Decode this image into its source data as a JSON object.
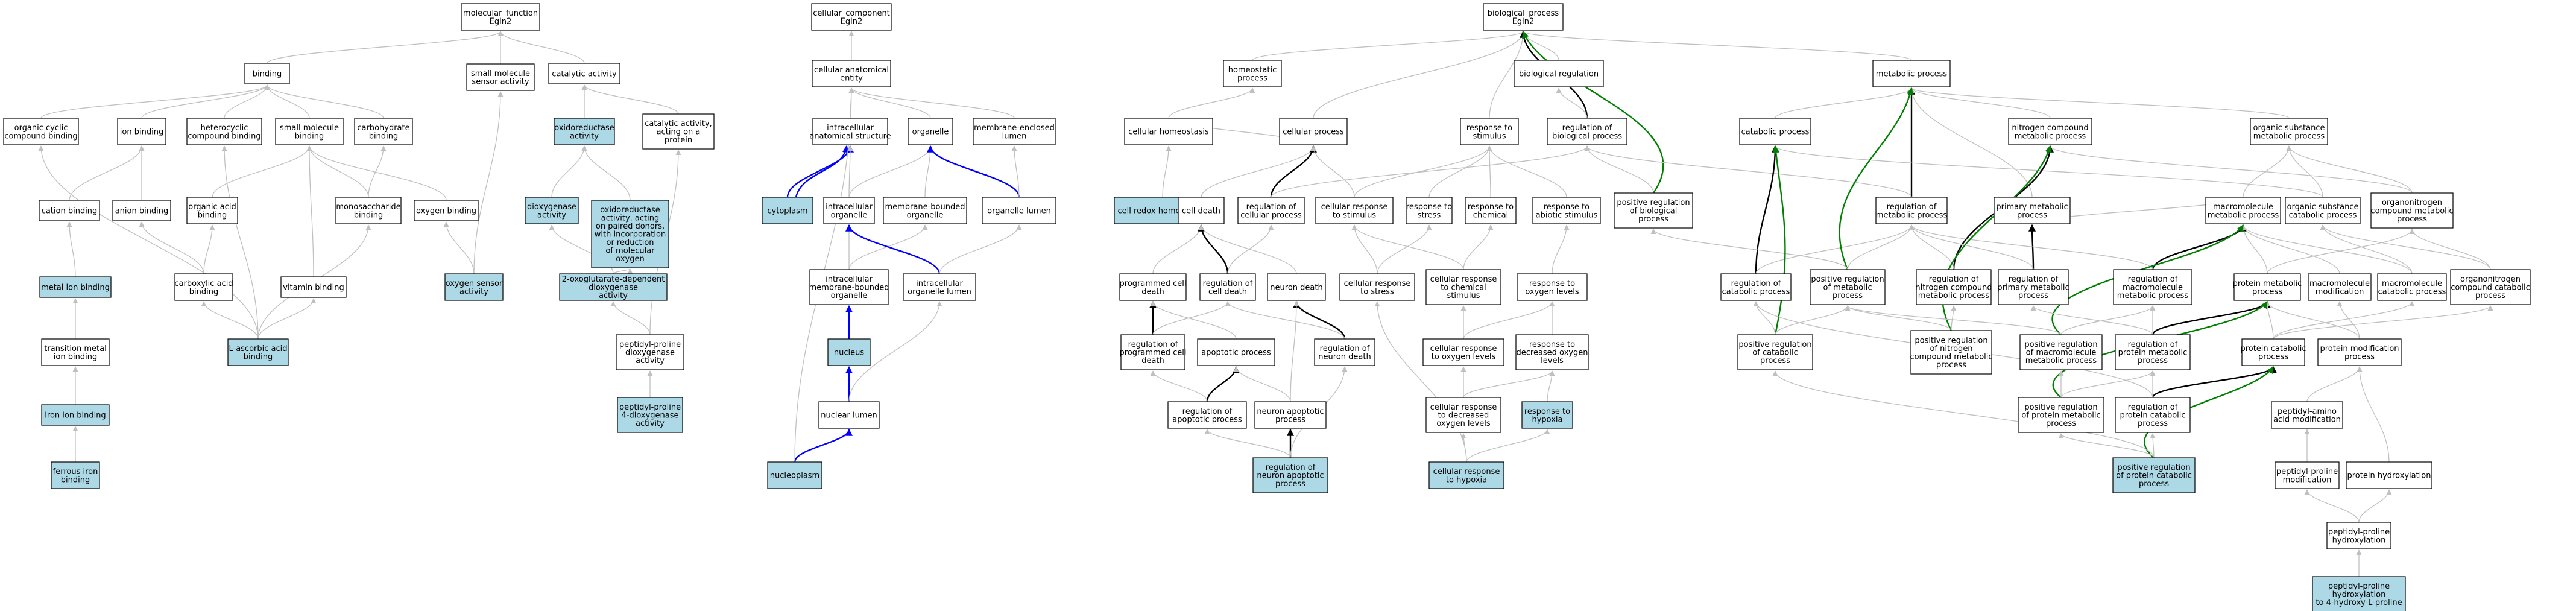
{
  "colors": {
    "highlight_fill": "#add8e6",
    "node_fill": "#ffffff",
    "edge_gray": "#c0c0c0",
    "edge_black": "#000000",
    "edge_blue": "#0000ff",
    "edge_green": "#008000"
  },
  "nodes": {
    "mf": "molecular_function\nEgln2",
    "binding": "binding",
    "small_mol_sensor": "small molecule\nsensor activity",
    "catalytic": "catalytic activity",
    "organic_cyclic": "organic cyclic\ncompound binding",
    "ion_binding": "ion binding",
    "heterocyclic": "heterocyclic\ncompound binding",
    "small_mol_binding": "small molecule\nbinding",
    "carbohydrate_binding": "carbohydrate\nbinding",
    "oxidoreductase": "oxidoreductase\nactivity",
    "catalytic_protein": "catalytic activity,\nacting on a\nprotein",
    "cation_binding": "cation binding",
    "anion_binding": "anion binding",
    "organic_acid": "organic acid\nbinding",
    "monosaccharide": "monosaccharide\nbinding",
    "oxygen_binding": "oxygen binding",
    "dioxygenase": "dioxygenase\nactivity",
    "oxidoreductase_paired": "oxidoreductase\nactivity, acting\non paired donors,\nwith incorporation\nor reduction\nof molecular\noxygen",
    "metal_ion": "metal ion binding",
    "carboxylic": "carboxylic acid\nbinding",
    "vitamin": "vitamin binding",
    "oxygen_sensor": "oxygen sensor\nactivity",
    "oxoglutarate": "2-oxoglutarate-dependent\ndioxygenase\nactivity",
    "transition_metal": "transition metal\nion binding",
    "ascorbic": "L-ascorbic acid\nbinding",
    "pp_dioxygenase": "peptidyl-proline\ndioxygenase\nactivity",
    "iron_ion": "iron ion binding",
    "pp4_dioxygenase": "peptidyl-proline\n4-dioxygenase\nactivity",
    "ferrous": "ferrous iron\nbinding",
    "cc": "cellular_component\nEgln2",
    "cae": "cellular anatomical\nentity",
    "ias": "intracellular\nanatomical structure",
    "organelle": "organelle",
    "mel": "membrane-enclosed\nlumen",
    "cytoplasm": "cytoplasm",
    "intra_org": "intracellular\norganelle",
    "mbo": "membrane-bounded\norganelle",
    "org_lumen": "organelle lumen",
    "imbo": "intracellular\nmembrane-bounded\norganelle",
    "iol": "intracellular\norganelle lumen",
    "nucleus": "nucleus",
    "nuclear_lumen": "nuclear lumen",
    "nucleoplasm": "nucleoplasm",
    "bp": "biological_process\nEgln2",
    "homeostatic": "homeostatic\nprocess",
    "bio_reg": "biological regulation",
    "cell_homeo": "cellular homeostasis",
    "cell_process": "cellular process",
    "resp_stim": "response to\nstimulus",
    "reg_bio": "regulation of\nbiological process",
    "redox": "cell redox homeostasis",
    "cell_death": "cell death",
    "reg_cell_proc": "regulation of\ncellular process",
    "cell_resp_stim": "cellular response\nto stimulus",
    "resp_stress": "response to\nstress",
    "resp_chem": "response to\nchemical",
    "resp_abiotic": "response to\nabiotic stimulus",
    "pos_reg_bio": "positive regulation\nof biological\nprocess",
    "pcd": "programmed cell\ndeath",
    "reg_cell_death": "regulation of\ncell death",
    "neuron_death": "neuron death",
    "cell_resp_stress": "cellular response\nto stress",
    "cell_resp_chem": "cellular response\nto chemical\nstimulus",
    "resp_oxy": "response to\noxygen levels",
    "reg_pcd": "regulation of\nprogrammed cell\ndeath",
    "apoptotic": "apoptotic process",
    "reg_neuron_death": "regulation of\nneuron death",
    "cell_resp_oxy": "cellular response\nto oxygen levels",
    "resp_dec_oxy": "response to\ndecreased oxygen\nlevels",
    "reg_apop": "regulation of\napoptotic process",
    "neuron_apop": "neuron apoptotic\nprocess",
    "cell_resp_dec_oxy": "cellular response\nto decreased\noxygen levels",
    "resp_hypoxia": "response to\nhypoxia",
    "reg_neuron_apop": "regulation of\nneuron apoptotic\nprocess",
    "cell_resp_hypoxia": "cellular response\nto hypoxia",
    "metabolic": "metabolic process",
    "catabolic": "catabolic process",
    "nitrogen_cmp": "nitrogen compound\nmetabolic process",
    "org_sub_met": "organic substance\nmetabolic process",
    "reg_met": "regulation of\nmetabolic process",
    "primary_met": "primary metabolic\nprocess",
    "macromol_met": "macromolecule\nmetabolic process",
    "org_sub_cat": "organic substance\ncatabolic process",
    "orgN_met": "organonitrogen\ncompound metabolic\nprocess",
    "reg_cat": "regulation of\ncatabolic process",
    "pos_reg_met": "positive regulation\nof metabolic\nprocess",
    "reg_N_met": "regulation of\nnitrogen compound\nmetabolic process",
    "reg_prim_met": "regulation of\nprimary metabolic\nprocess",
    "reg_macro_met": "regulation of\nmacromolecule\nmetabolic process",
    "protein_met": "protein metabolic\nprocess",
    "macro_mod": "macromolecule\nmodification",
    "macro_cat": "macromolecule\ncatabolic process",
    "orgN_cat": "organonitrogen\ncompound catabolic\nprocess",
    "pos_reg_cat": "positive regulation\nof catabolic\nprocess",
    "pos_reg_N_met": "positive regulation\nof nitrogen\ncompound metabolic\nprocess",
    "pos_reg_macro_met": "positive regulation\nof macromolecule\nmetabolic process",
    "reg_prot_met": "regulation of\nprotein metabolic\nprocess",
    "prot_cat": "protein catabolic\nprocess",
    "prot_mod": "protein modification\nprocess",
    "pos_reg_prot_met": "positive regulation\nof protein metabolic\nprocess",
    "reg_prot_cat": "regulation of\nprotein catabolic\nprocess",
    "pep_aa_mod": "peptidyl-amino\nacid modification",
    "pos_reg_prot_cat": "positive regulation\nof protein catabolic\nprocess",
    "pep_pro_mod": "peptidyl-proline\nmodification",
    "prot_hydrox": "protein hydroxylation",
    "pep_pro_hydrox": "peptidyl-proline\nhydroxylation",
    "pep_pro_4hydrox": "peptidyl-proline\nhydroxylation\nto 4-hydroxy-L-proline"
  }
}
